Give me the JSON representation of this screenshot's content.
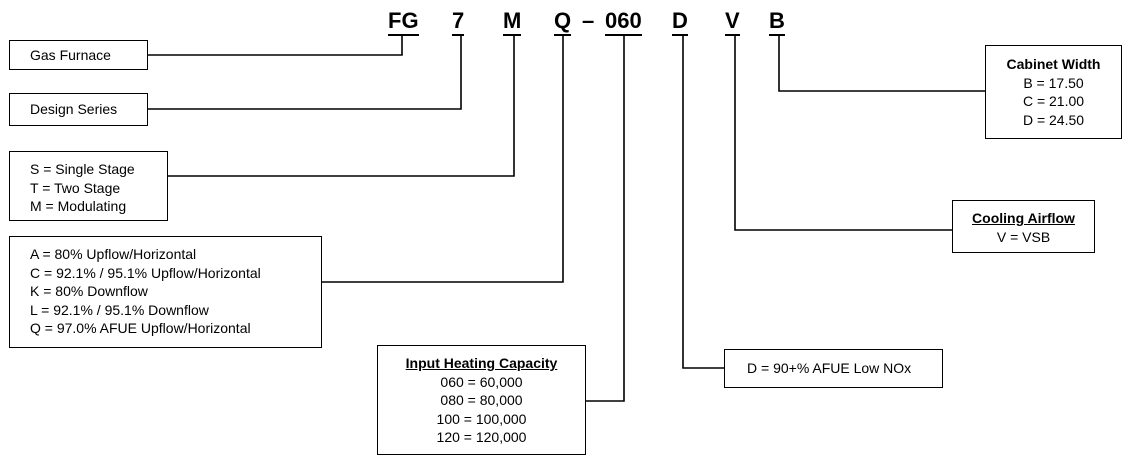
{
  "model_code": {
    "fg": "FG",
    "seven": "7",
    "m": "M",
    "q": "Q",
    "dash": "–",
    "capacity": "060",
    "d": "D",
    "v": "V",
    "b": "B"
  },
  "boxes": {
    "gas_furnace": {
      "lines": [
        "Gas Furnace"
      ]
    },
    "design_series": {
      "lines": [
        "Design Series"
      ]
    },
    "staging": {
      "lines": [
        "S = Single Stage",
        "T = Two Stage",
        "M = Modulating"
      ]
    },
    "configuration": {
      "lines": [
        "A = 80% Upflow/Horizontal",
        "C = 92.1% / 95.1% Upflow/Horizontal",
        "K = 80% Downflow",
        "L = 92.1% / 95.1% Downflow",
        "Q = 97.0% AFUE Upflow/Horizontal"
      ]
    },
    "input_heating_capacity": {
      "heading": "Input Heating Capacity",
      "lines": [
        "060 = 60,000",
        "080 = 80,000",
        "100 = 100,000",
        "120 = 120,000"
      ]
    },
    "nox": {
      "lines": [
        "D = 90+% AFUE Low NOx"
      ]
    },
    "cooling_airflow": {
      "heading": "Cooling Airflow",
      "lines": [
        "V = VSB"
      ]
    },
    "cabinet_width": {
      "heading": "Cabinet Width",
      "lines": [
        "B = 17.50",
        "C = 21.00",
        "D = 24.50"
      ]
    }
  }
}
